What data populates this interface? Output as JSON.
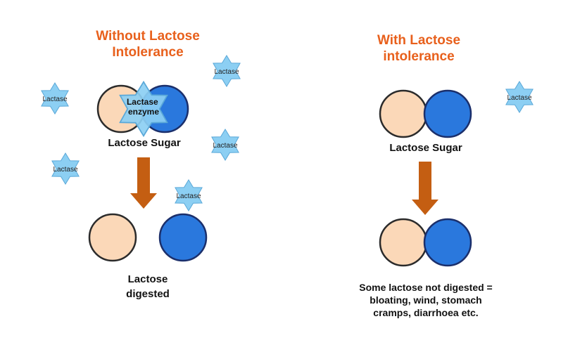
{
  "left_panel": {
    "title": "Without Lactose\nIntolerance",
    "sugar_label": "Lactose Sugar",
    "enzyme_label": "Lactase\nenzyme",
    "result_label": "Lactose\ndigested",
    "floating_enzymes": [
      "Lactase",
      "Lactase",
      "Lactase",
      "Lactase",
      "Lactase"
    ]
  },
  "right_panel": {
    "title": "With Lactose\nintolerance",
    "sugar_label": "Lactose Sugar",
    "floating_enzymes": [
      "Lactase"
    ],
    "result_label": "Some lactose not digested =\nbloating, wind, stomach\ncramps, diarrhoea etc."
  },
  "colors": {
    "title": "#e8601c",
    "glucose_fill": "#fbd8b8",
    "galactose_fill": "#2a78dd",
    "enzyme_fill": "#8ccff3",
    "arrow": "#c45e12"
  }
}
